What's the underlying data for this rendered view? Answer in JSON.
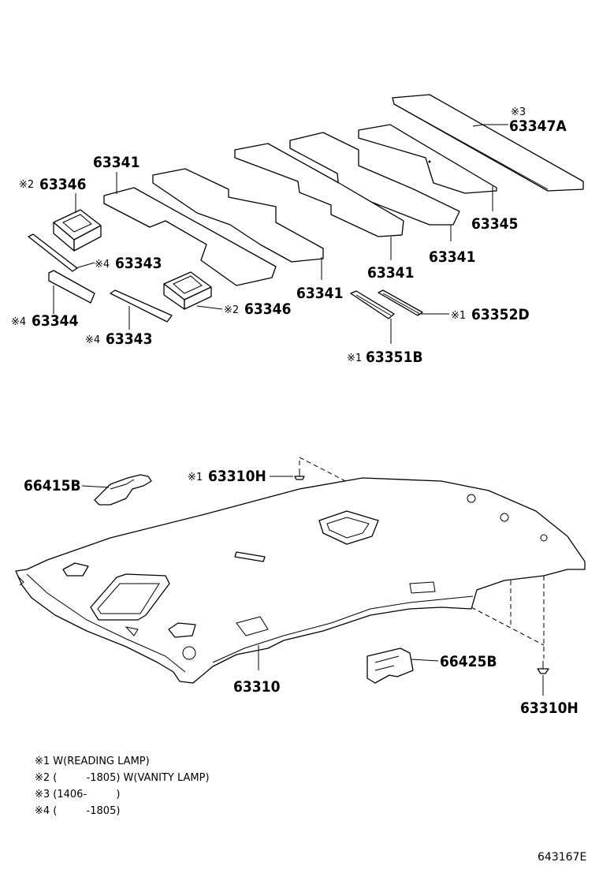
{
  "callouts": {
    "p63347A": "63347A",
    "p63347A_mark": "※3",
    "p63345": "63345",
    "p63341_a": "63341",
    "p63341_b": "63341",
    "p63341_c": "63341",
    "p63341_d": "63341",
    "p63346_a": "63346",
    "p63346_a_mark": "※2",
    "p63346_b": "63346",
    "p63346_b_mark": "※2",
    "p63343_a": "63343",
    "p63343_a_mark": "※4",
    "p63343_b": "63343",
    "p63343_b_mark": "※4",
    "p63344": "63344",
    "p63344_mark": "※4",
    "p63352D": "63352D",
    "p63352D_mark": "※1",
    "p63351B": "63351B",
    "p63351B_mark": "※1",
    "p63310H_a": "63310H",
    "p63310H_a_mark": "※1",
    "p63310H_b": "63310H",
    "p66415B": "66415B",
    "p66425B": "66425B",
    "p63310": "63310"
  },
  "notes": [
    "※1 W(READING LAMP)",
    "※2 (         -1805) W(VANITY LAMP)",
    "※3 (1406-         )",
    "※4 (         -1805)"
  ],
  "figure_id": "643167E"
}
